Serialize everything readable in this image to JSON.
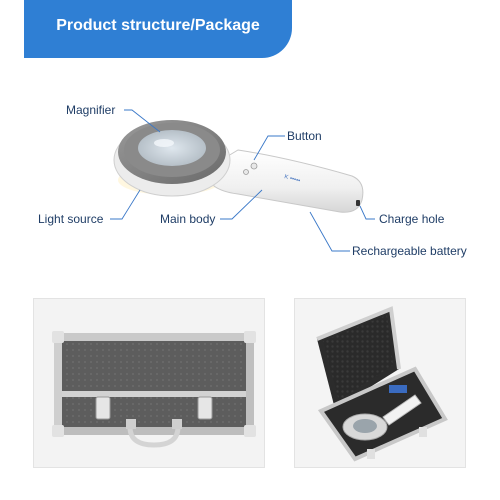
{
  "banner": {
    "title": "Product structure/Package",
    "color": "#2f7fd4"
  },
  "labels": {
    "magnifier": "Magnifier",
    "button": "Button",
    "light_source": "Light source",
    "main_body": "Main body",
    "charge_hole": "Charge hole",
    "rechargeable_battery": "Rechargeable battery"
  },
  "colors": {
    "label_text": "#1f3d66",
    "leader_line": "#3a78c8"
  },
  "images": {
    "device": "handheld-magnifier-device",
    "case_closed": "aluminium-carry-case-closed",
    "case_open": "aluminium-carry-case-open-with-device"
  }
}
